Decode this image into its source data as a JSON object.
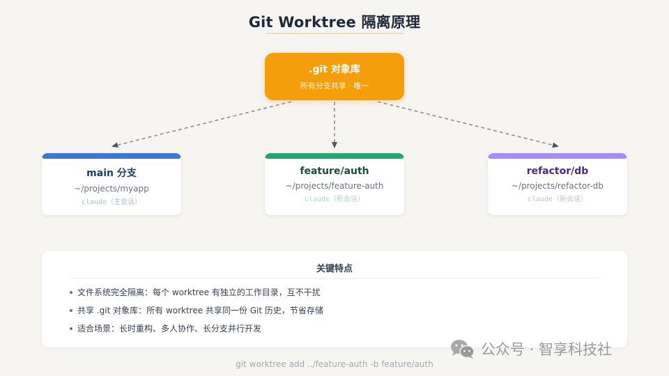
{
  "title": "Git Worktree 隔离原理",
  "git_store": {
    "title": ".git 对象库",
    "subtitle": "所有分支共享 · 唯一",
    "color": "#f59e0b"
  },
  "branches": [
    {
      "name": "main 分支",
      "path": "~/projects/myapp",
      "session": "claude（主会话）",
      "bar_color": "#3b76d9",
      "name_color": "#1e3a6e",
      "session_color": "#a7c0d8"
    },
    {
      "name": "feature/auth",
      "path": "~/projects/feature-auth",
      "session": "claude（新会话）",
      "bar_color": "#1fa971",
      "name_color": "#1b4d3e",
      "session_color": "#a7d6c6"
    },
    {
      "name": "refactor/db",
      "path": "~/projects/refactor-db",
      "session": "claude（新会话）",
      "bar_color": "#a78bfa",
      "name_color": "#4c2a7c",
      "session_color": "#c2c2ca"
    }
  ],
  "features": {
    "title": "关键特点",
    "items": [
      "文件系统完全隔离：每个 worktree 有独立的工作目录，互不干扰",
      "共享 .git 对象库：所有 worktree 共享同一份 Git 历史，节省存储",
      "适合场景：长时重构、多人协作、长分支并行开发"
    ]
  },
  "command": "git worktree add ../feature-auth -b feature/auth",
  "watermark": {
    "icon": "wechat-icon",
    "text": "公众号 · 智享科技社"
  },
  "arrow_color": "#8a909a",
  "arrowhead_color": "#4b5563"
}
